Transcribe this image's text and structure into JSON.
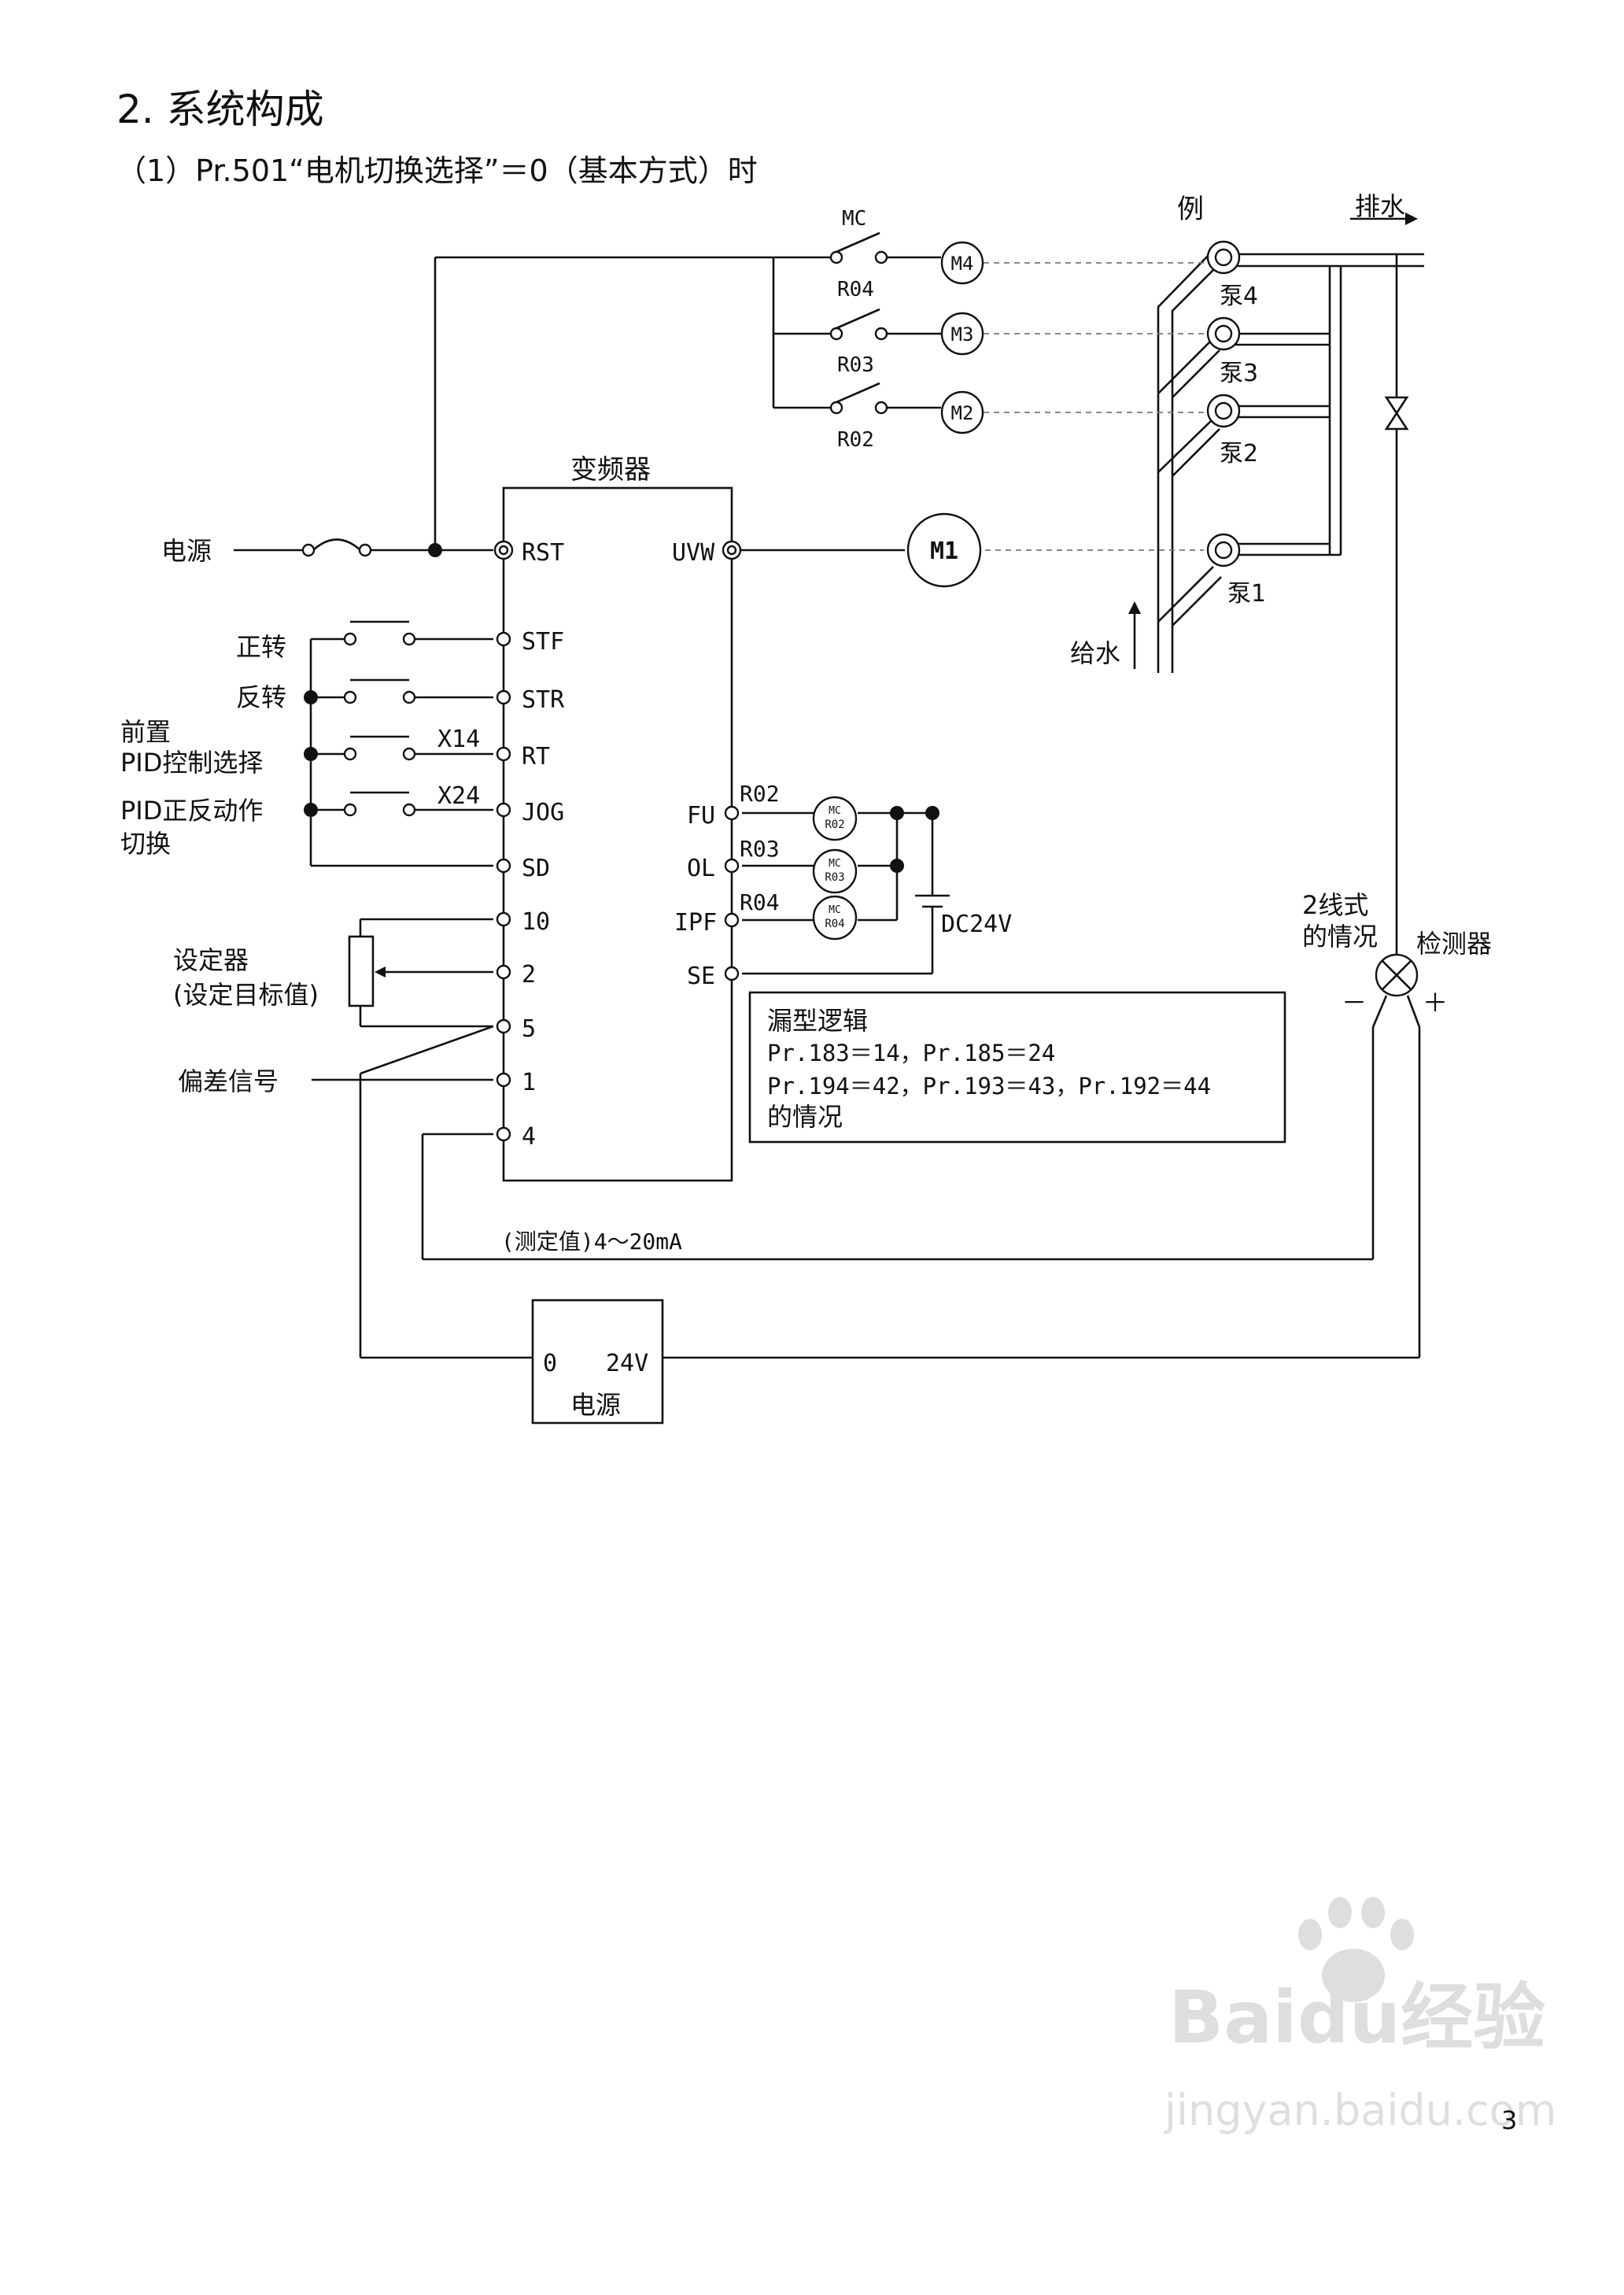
{
  "section_title": "2. 系统构成",
  "subtitle": "（1）Pr.501“电机切换选择”＝0（基本方式）时",
  "page_number": "3",
  "watermark": {
    "brand": "Baidu经验",
    "url": "jingyan.baidu.com"
  },
  "inverter": {
    "title": "变频器",
    "left_terminals": [
      "RST",
      "STF",
      "STR",
      "RT",
      "JOG",
      "SD",
      "10",
      "2",
      "5",
      "1",
      "4"
    ],
    "right_terminals": [
      "UVW",
      "FU",
      "OL",
      "IPF",
      "SE"
    ]
  },
  "left_labels": {
    "power": "电源",
    "forward": "正转",
    "reverse": "反转",
    "preset": "前置",
    "pid_select": "PID控制选择",
    "pid_direction": "PID正反动作",
    "switch": "切换",
    "setter": "设定器",
    "setter_target": "(设定目标值)",
    "deviation": "偏差信号",
    "x14": "X14",
    "x24": "X24"
  },
  "motors": {
    "mc_label": "MC",
    "switches": [
      "R04",
      "R03",
      "R02"
    ],
    "names": [
      "M4",
      "M3",
      "M2",
      "M1"
    ]
  },
  "relays": {
    "outputs": [
      "R02",
      "R03",
      "R04"
    ],
    "coil_top": "MC",
    "coils": [
      "R02",
      "R03",
      "R04"
    ],
    "supply": "DC24V"
  },
  "pumps": {
    "example": "例",
    "drain": "排水",
    "supply_water": "给水",
    "names": [
      "泵4",
      "泵3",
      "泵2",
      "泵1"
    ]
  },
  "sensor": {
    "two_wire": "2线式",
    "case": "的情况",
    "detector": "检测器",
    "minus": "－",
    "plus": "＋"
  },
  "logic_box": {
    "title": "漏型逻辑",
    "line1": "Pr.183＝14，Pr.185＝24",
    "line2": "Pr.194＝42，Pr.193＝43，Pr.192＝44",
    "line3": "的情况"
  },
  "measurement": "(测定值)4～20mA",
  "power_supply": {
    "zero": "0",
    "v24": "24V",
    "label": "电源"
  }
}
